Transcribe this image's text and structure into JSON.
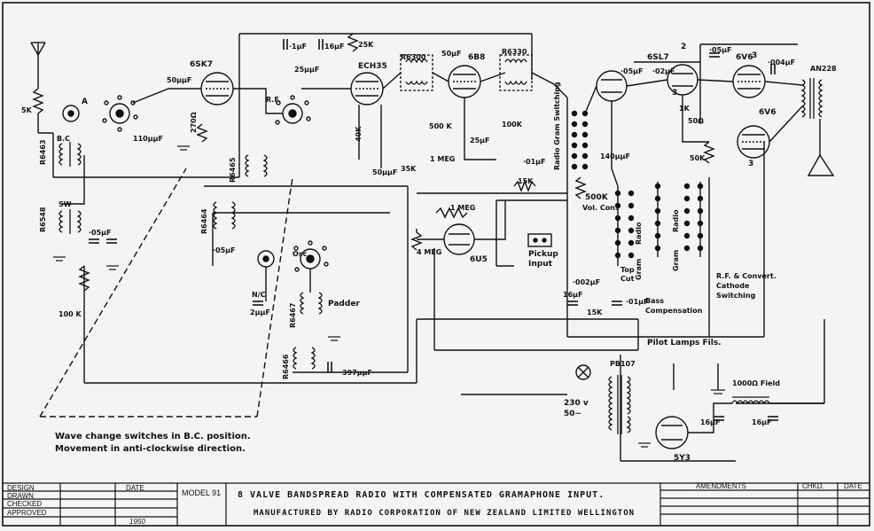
{
  "title_block": {
    "left_labels": [
      "DESIGN",
      "DRAWN",
      "CHECKED",
      "APPROVED"
    ],
    "date_header": "DATE",
    "date_value": "1950",
    "model": "MODEL 91",
    "title_line1": "8 VALVE BANDSPREAD RADIO WITH COMPENSATED GRAMAPHONE INPUT.",
    "title_line2": "MANUFACTURED BY RADIO CORPORATION OF NEW ZEALAND LIMITED WELLINGTON",
    "amendments": "AMENDMENTS",
    "chkd": "CHKD.",
    "date_right": "DATE"
  },
  "notes": {
    "line1": "Wave change switches in B.C. position.",
    "line2": "Movement in anti-clockwise direction."
  },
  "valves": {
    "v1": "6SK7",
    "v2": "ECH35",
    "v3": "6B8",
    "v4": "6SL7",
    "v5": "6V6",
    "v6": "6V6",
    "v7": "6U5",
    "v8": "5Y3"
  },
  "transformers": {
    "r6463": "R6463",
    "r6548": "R6548",
    "r6464": "R6464",
    "r6465": "R6465",
    "r6467": "R6467",
    "r6466": "R6466",
    "r6300": "R6300",
    "r6330": "R6330",
    "pb107": "PB107",
    "an228": "AN228"
  },
  "components": {
    "r_5k": "5K",
    "r_100k": "100 K",
    "c_05_left": "·05µF",
    "c_1uf": "·1µF",
    "c_16uf_top": "16µF",
    "r_25k": "25K",
    "c_25uuf": "25µµF",
    "c_50uuf_a": "50µµF",
    "c_110uuf_a": "110µµF",
    "c_50uf_6b8": "50µF",
    "c_05_6sl7": "·05µF",
    "c_02_6sl7": "·02µF",
    "c_05_out": "·05µF",
    "c_004": "·004µF",
    "r_1k": "1K",
    "r_50ohm": "50Ω",
    "r_50k": "50K",
    "r_500k_vol": "500K",
    "vol_con": "Vol. Con.",
    "r_15k": "15K",
    "r_1meg_6u5": "1 MEG",
    "r_4meg": "4 MEG",
    "r_1meg": "1 MEG",
    "r_500k_b": "500 K",
    "c_140uuf": "140µµF",
    "c_002": "·002µF",
    "c_01": "·01µF",
    "c_16uf_bass": "16µF",
    "r_15k_bass": "15K",
    "c_397": "397µµF",
    "c_2uuf": "2µµF",
    "c_16uf_ps1": "16µF",
    "c_16uf_ps2": "16µF",
    "field": "1000Ω Field",
    "r_50k_out": "50K",
    "r_270": "270Ω",
    "r_40k": "40K",
    "r_35k": "35K",
    "c_50uuf_b": "50µµF",
    "c_01_mid": "·01µF",
    "r_100k_mid": "100K",
    "c_05_sw": "·05µF",
    "c_25uf": "25µF"
  },
  "labels": {
    "a": "A",
    "bc": "B.C",
    "sw": "SW",
    "rf": "R.F.",
    "osc": "Osc",
    "nc": "N/C",
    "padder": "Padder",
    "radio_gram": "Radio Gram Switching",
    "pickup": "Pickup Input",
    "tone_cut": "Top Cut",
    "gram": "Gram",
    "radio": "Radio",
    "radio2": "Radio",
    "gram2": "Gram",
    "cathode_sw": "R.F. & Convert. Cathode Switching",
    "bass_comp": "Bass Compensation",
    "pilot": "Pilot Lamps  Fils.",
    "mains": "230 v",
    "mains_hz": "50~",
    "n2": "2",
    "n3a": "3",
    "n3b": "3",
    "n3c": "3"
  }
}
